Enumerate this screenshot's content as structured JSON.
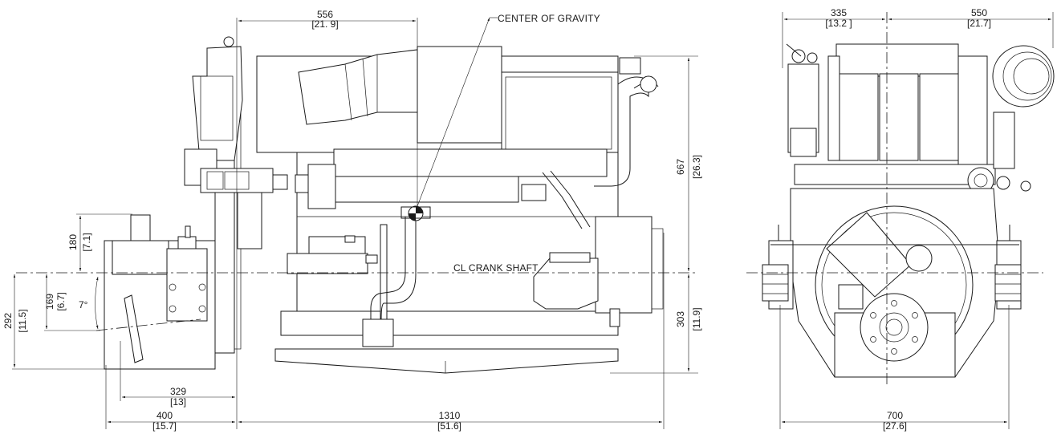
{
  "labels": {
    "center_of_gravity": "CENTER OF GRAVITY",
    "cl_crank_shaft": "CL CRANK SHAFT"
  },
  "dimensions": {
    "top_556": {
      "mm": "556",
      "in": "[21. 9]"
    },
    "side_667": {
      "mm": "667",
      "in": "[26.3]"
    },
    "side_303": {
      "mm": "303",
      "in": "[11.9]"
    },
    "left_180": {
      "mm": "180",
      "in": "[7.1]"
    },
    "left_169": {
      "mm": "169",
      "in": "[6.7]"
    },
    "left_292": {
      "mm": "292",
      "in": "[11.5]"
    },
    "angle": {
      "value": "7°"
    },
    "bottom_329": {
      "mm": "329",
      "in": "[13]"
    },
    "bottom_400": {
      "mm": "400",
      "in": "[15.7]"
    },
    "bottom_1310": {
      "mm": "1310",
      "in": "[51.6]"
    },
    "front_335": {
      "mm": "335",
      "in": "[13.2 ]"
    },
    "front_550": {
      "mm": "550",
      "in": "[21.7]"
    },
    "front_700": {
      "mm": "700",
      "in": "[27.6]"
    }
  }
}
